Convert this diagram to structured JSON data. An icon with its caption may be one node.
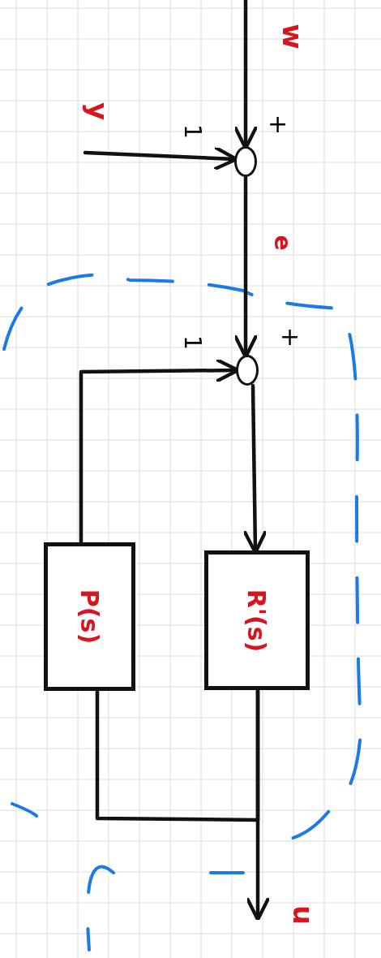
{
  "diagram": {
    "nodes": [
      {
        "text": [],
        "shape": "circle",
        "beside": [
          "+"
        ]
      },
      {
        "text": [],
        "shape": "circle",
        "beside": [
          "+"
        ]
      },
      {
        "text": [
          "P(s)"
        ]
      },
      {
        "text": [
          "R'(s)"
        ]
      }
    ],
    "edges": [
      {
        "from": null,
        "to": 0,
        "arrow": "to"
      },
      {
        "from": null,
        "to": 0,
        "arrow": "to",
        "label": "1"
      },
      {
        "from": 0,
        "to": 1,
        "arrow": "to",
        "label": "e"
      },
      {
        "from": 2,
        "to": 1,
        "arrow": "to",
        "label": "1"
      },
      {
        "from": 1,
        "to": 3,
        "arrow": "to"
      },
      {
        "from": 3,
        "to": null,
        "arrow": "to"
      },
      {
        "from": 3,
        "to": 2,
        "arrow": "none"
      }
    ],
    "labels": [
      "w",
      "y",
      "u"
    ]
  }
}
